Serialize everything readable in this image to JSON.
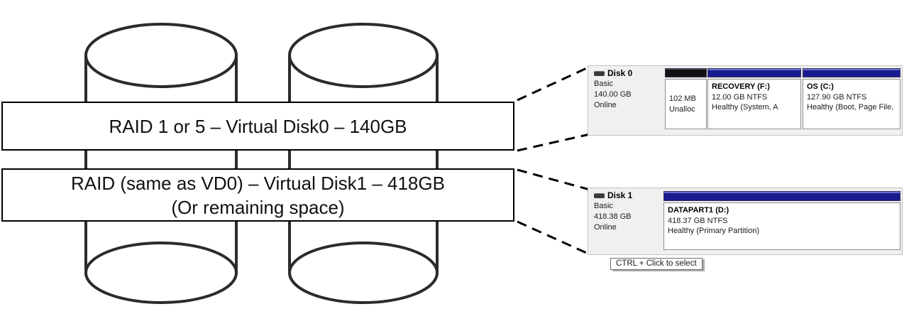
{
  "banners": {
    "vd0_label": "RAID 1 or 5 – Virtual Disk0 – 140GB",
    "vd1_label_line1": "RAID (same as VD0) – Virtual Disk1 – 418GB",
    "vd1_label_line2": "(Or remaining space)"
  },
  "disks": [
    {
      "name": "Disk 0",
      "type": "Basic",
      "capacity": "140.00 GB",
      "status": "Online",
      "partitions": [
        {
          "kind": "unallocated",
          "size": "102 MB",
          "state": "Unalloc"
        },
        {
          "kind": "primary",
          "name": "RECOVERY  (F:)",
          "size": "12.00 GB NTFS",
          "health": "Healthy (System, A"
        },
        {
          "kind": "primary",
          "name": "OS  (C:)",
          "size": "127.90 GB NTFS",
          "health": "Healthy (Boot, Page File,"
        }
      ]
    },
    {
      "name": "Disk 1",
      "type": "Basic",
      "capacity": "418.38 GB",
      "status": "Online",
      "partitions": [
        {
          "kind": "primary",
          "name": "DATAPART1  (D:)",
          "size": "418.37 GB NTFS",
          "health": "Healthy (Primary Partition)"
        }
      ]
    }
  ],
  "tooltip": "CTRL + Click to select",
  "colors": {
    "partition_bar_blue": "#1a1a90",
    "unallocated_bar_black": "#111111",
    "panel_background": "#f0f0f0",
    "cylinder_stroke": "#2b2b2b"
  }
}
